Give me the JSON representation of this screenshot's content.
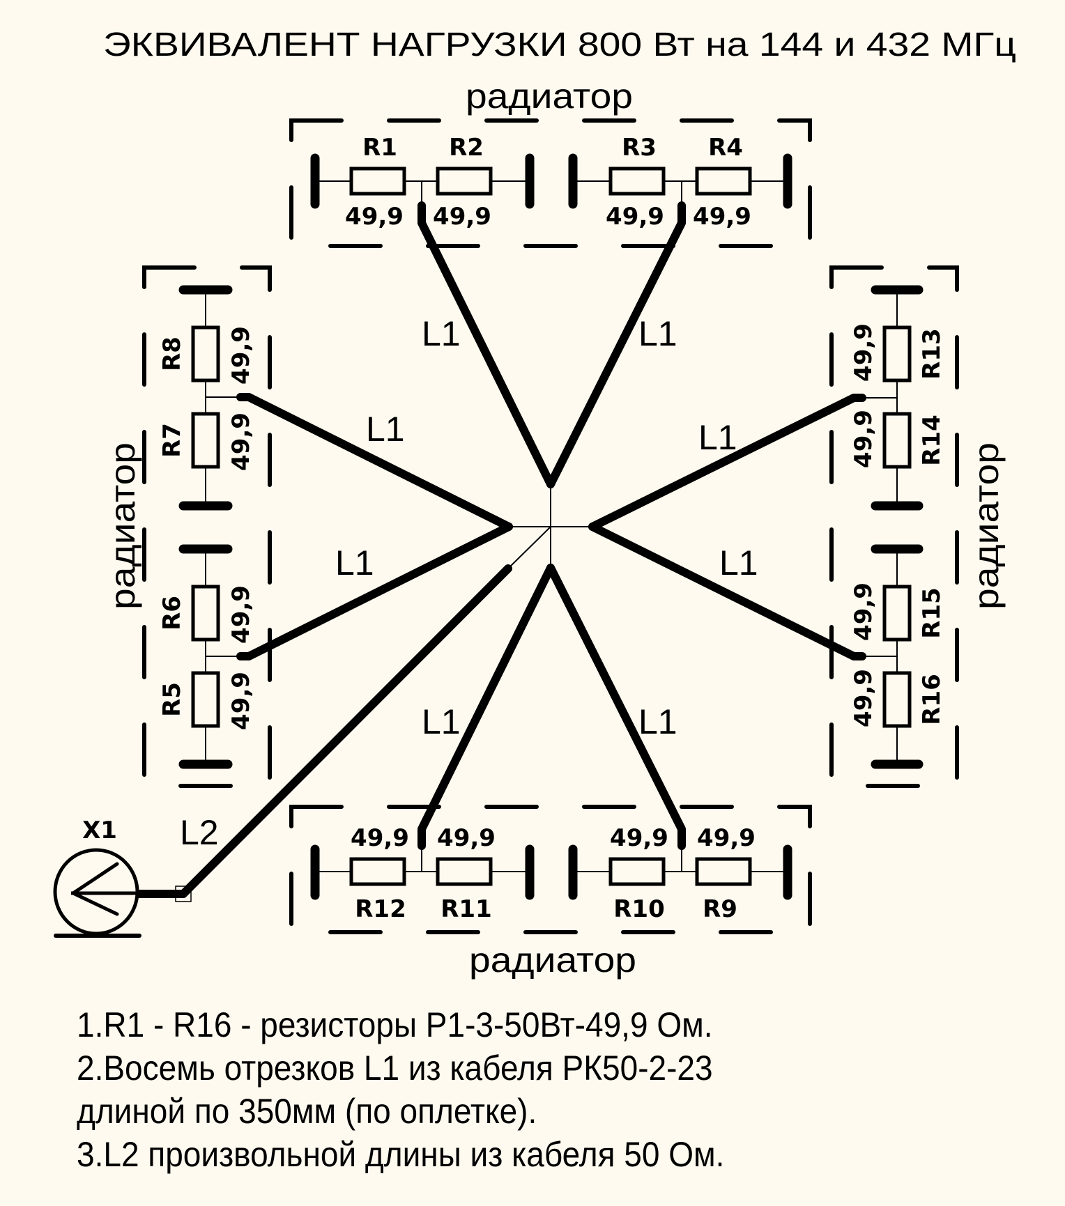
{
  "title": "ЭКВИВАЛЕНТ НАГРУЗКИ 800 Вт на 144 и 432 МГц",
  "heatsink_label": "радиатор",
  "resistor_value": "49,9",
  "cable_l1_label": "L1",
  "cable_l2_label": "L2",
  "connector_label": "X1",
  "resistors": {
    "top": [
      "R1",
      "R2",
      "R3",
      "R4"
    ],
    "left": [
      "R8",
      "R7",
      "R6",
      "R5"
    ],
    "right": [
      "R13",
      "R14",
      "R15",
      "R16"
    ],
    "bottom": [
      "R12",
      "R11",
      "R10",
      "R9"
    ]
  },
  "notes": [
    "1.R1 - R16 - резисторы Р1-3-50Вт-49,9 Ом.",
    "2.Восемь отрезков L1 из кабеля РК50-2-23",
    "длиной по 350мм (по оплетке).",
    "3.L2 произвольной длины из кабеля 50 Ом."
  ],
  "colors": {
    "background": "#fffaf0",
    "ink": "#000000"
  }
}
